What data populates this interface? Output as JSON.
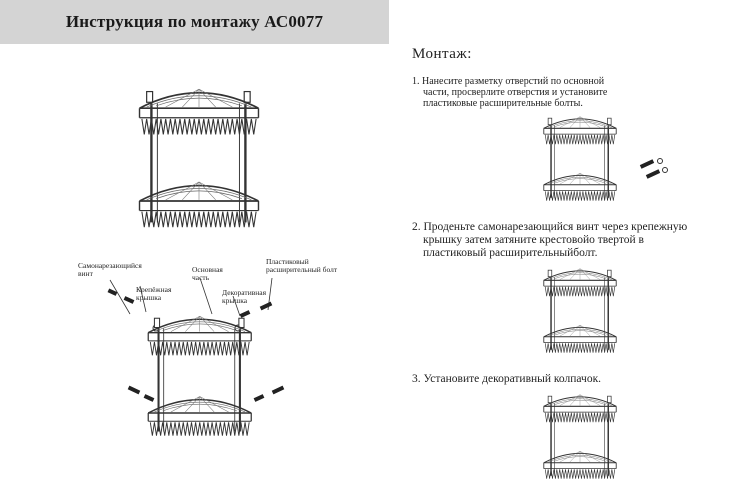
{
  "document": {
    "title": "Инструкция по монтажу АС0077",
    "section_heading": "Монтаж:",
    "steps": [
      {
        "lines": [
          "1. Нанесите разметку отверстий по основной",
          "части, просверлите отверстия и установите",
          "пластиковые расширительные болты."
        ]
      },
      {
        "lines": [
          "2. Проденьте самонарезающийся винт через крепежную",
          "крышку затем затяните  крестовойо твертой в",
          "пластиковый расширительныйболт."
        ]
      },
      {
        "lines": [
          "3. Установите декоративный колпачок."
        ]
      }
    ],
    "part_labels": {
      "screw": [
        "Самонарезающийся",
        "винт"
      ],
      "cap": [
        "Крепёжная",
        "крышка"
      ],
      "main": [
        "Основная",
        "часть"
      ],
      "deco": [
        "Декоративная",
        "крышка"
      ],
      "bolt": [
        "Пластиковый",
        "расширительный болт"
      ]
    }
  },
  "colors": {
    "title_bar_bg": "#d4d4d4",
    "ink": "#222222"
  }
}
